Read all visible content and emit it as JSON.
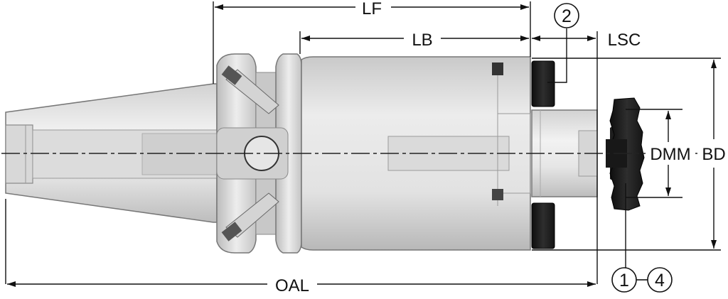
{
  "dimensions": {
    "lf": "LF",
    "lb": "LB",
    "lsc": "LSC",
    "oal": "OAL",
    "dmm": "DMM",
    "bd": "BD"
  },
  "callouts": {
    "item_2": "2",
    "item_1": "1",
    "item_4": "4"
  },
  "colors": {
    "line": "#111111",
    "steel_light": "#e2e2e2",
    "steel_mid": "#c4c4c4",
    "steel_dark": "#8a8a8a",
    "black_part": "#1a1a1a"
  }
}
